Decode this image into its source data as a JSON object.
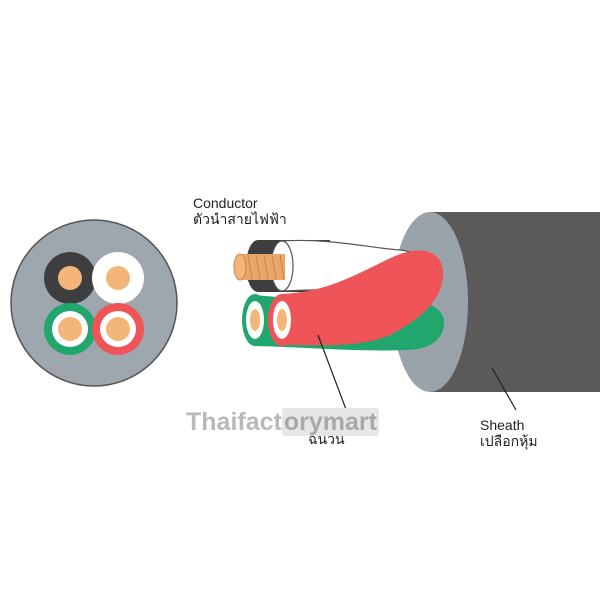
{
  "labels": {
    "conductor_en": "Conductor",
    "conductor_th": "ตัวนำสายไฟฟ้า",
    "sheath_en": "Sheath",
    "sheath_th": "เปลือกหุ้ม",
    "insulation_th": "ฉนวน"
  },
  "watermark": {
    "part1": "Thaifact",
    "part2": "orymart"
  },
  "colors": {
    "sheath": "#5a5a5a",
    "sheath_face": "#9aa2aa",
    "cross_section": "#9ea6ae",
    "black_core": "#3e3e3e",
    "white_core": "#ffffff",
    "green_core": "#21a66e",
    "red_core": "#ef5458",
    "copper": "#f4b678"
  }
}
